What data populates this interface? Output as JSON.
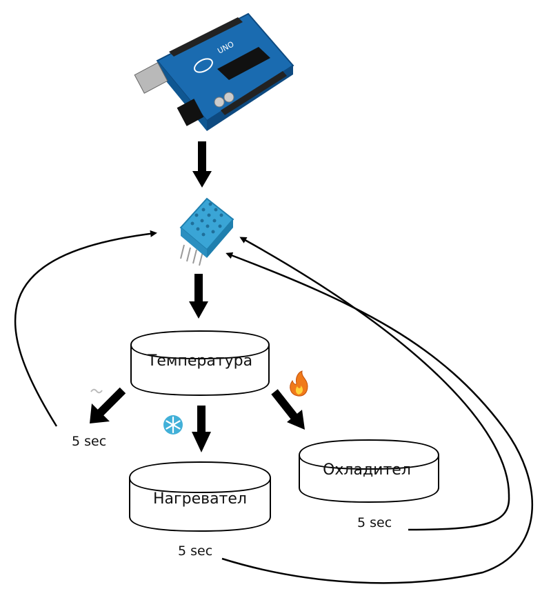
{
  "nodes": {
    "temperature": "Температура",
    "heater": "Нагревател",
    "cooler": "Охладител"
  },
  "delays": {
    "left": "5 sec",
    "heater": "5 sec",
    "cooler": "5 sec"
  },
  "icons": {
    "board": "arduino-uno-board-icon",
    "sensor": "dht-temperature-humidity-sensor-icon",
    "neutral": "tilde-icon",
    "heat": "snowflake-icon",
    "cool": "fire-icon"
  },
  "colors": {
    "board": "#1a6bb0",
    "sensor": "#3aa5d6",
    "snowflake": "#42b0d8",
    "fire": "#f07a1a"
  }
}
